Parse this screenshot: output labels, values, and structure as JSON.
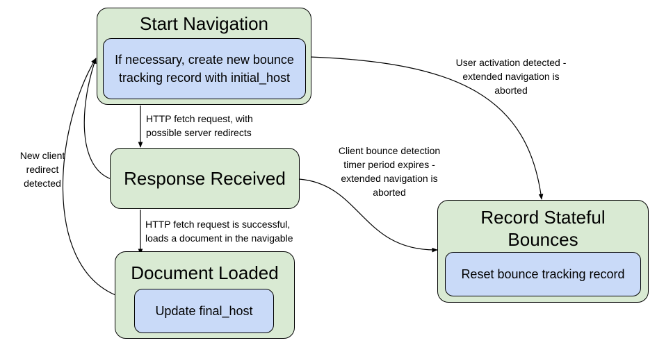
{
  "nodes": {
    "start": {
      "title": "Start Navigation",
      "inner_line1": "If necessary, create new bounce",
      "inner_line2": "tracking record with initial_host"
    },
    "response": {
      "title": "Response Received"
    },
    "document": {
      "title": "Document Loaded",
      "inner": "Update final_host"
    },
    "record": {
      "title_line1": "Record Stateful",
      "title_line2": "Bounces",
      "inner": "Reset bounce tracking record"
    }
  },
  "edges": {
    "fetch": {
      "line1": "HTTP fetch request, with",
      "line2": "possible server redirects"
    },
    "success": {
      "line1": "HTTP fetch request is successful,",
      "line2": "loads a document in the navigable"
    },
    "client_redirect": {
      "line1": "New client",
      "line2": "redirect",
      "line3": "detected"
    },
    "user_activation": {
      "line1": "User activation detected -",
      "line2": "extended navigation is",
      "line3": "aborted"
    },
    "timer": {
      "line1": "Client bounce detection",
      "line2": "timer period expires -",
      "line3": "extended navigation is",
      "line4": "aborted"
    }
  },
  "colors": {
    "state_fill": "#d9ead3",
    "inner_fill": "#c9daf8",
    "stroke": "#000000"
  }
}
